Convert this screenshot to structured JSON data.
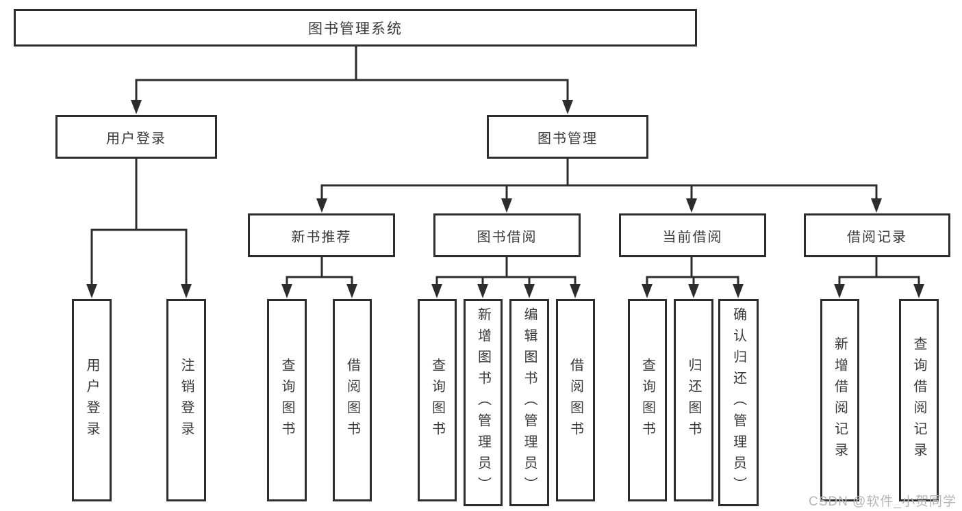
{
  "diagram_type": "hierarchy-tree",
  "colors": {
    "background": "#ffffff",
    "box_fill": "#ffffff",
    "box_border": "#2d2d2d",
    "connector": "#2d2d2d",
    "text": "#3a3a3a",
    "watermark": "#b6b6b6"
  },
  "tree": {
    "root": "图书管理系统",
    "branches": [
      {
        "label": "用户登录",
        "leaves": [
          "用户登录",
          "注销登录"
        ]
      },
      {
        "label": "图书管理",
        "groups": [
          {
            "label": "新书推荐",
            "leaves": [
              "查询图书",
              "借阅图书"
            ]
          },
          {
            "label": "图书借阅",
            "leaves": [
              "查询图书",
              "新增图书（管理员）",
              "编辑图书（管理员）",
              "借阅图书"
            ]
          },
          {
            "label": "当前借阅",
            "leaves": [
              "查询图书",
              "归还图书",
              "确认归还（管理员）"
            ]
          },
          {
            "label": "借阅记录",
            "leaves": [
              "新增借阅记录",
              "查询借阅记录"
            ]
          }
        ]
      }
    ]
  },
  "watermark": {
    "text": "CSDN @软件_小贺同学"
  }
}
